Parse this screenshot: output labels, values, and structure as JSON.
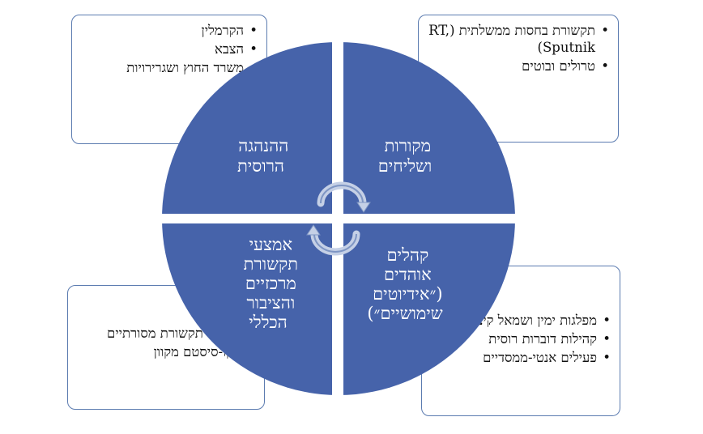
{
  "colors": {
    "circle_fill": "#4663aa",
    "gap": "#ffffff",
    "box_border": "#5b7bb0",
    "arrow": "#b9c6e0",
    "text_light": "#ffffff",
    "text_dark": "#111111"
  },
  "quadrants": {
    "top_left": {
      "lines": [
        "ההנהגה",
        "הרוסית"
      ]
    },
    "top_right": {
      "lines": [
        "מקורות",
        "ושליחים"
      ]
    },
    "bottom_left": {
      "lines": [
        "אמצעי",
        "תקשורת",
        "מרכזיים",
        "והציבור",
        "הכללי"
      ]
    },
    "bottom_right": {
      "lines": [
        "קהלים",
        "אוהדים",
        "(״אידיוטים",
        "שימושיים״)"
      ]
    }
  },
  "boxes": {
    "top_left": {
      "items": [
        "הקרמלין",
        "הצבא",
        "משרד החוץ ושגרירויות"
      ]
    },
    "top_right": {
      "items": [
        "תקשורת בחסות ממשלתית (RT, Sputnik)",
        "טרולים ובוטים"
      ]
    },
    "bottom_left": {
      "items": [
        "אמצעי תקשורת מסורתיים",
        "אקו-סיסטם מקוון"
      ]
    },
    "bottom_right": {
      "items": [
        "מפלגות ימין ושמאל קיצוני",
        "קהילות דוברות רוסית",
        "פעילים אנטי-ממסדיים"
      ]
    }
  },
  "center_icon": "cycle-arrows-icon"
}
